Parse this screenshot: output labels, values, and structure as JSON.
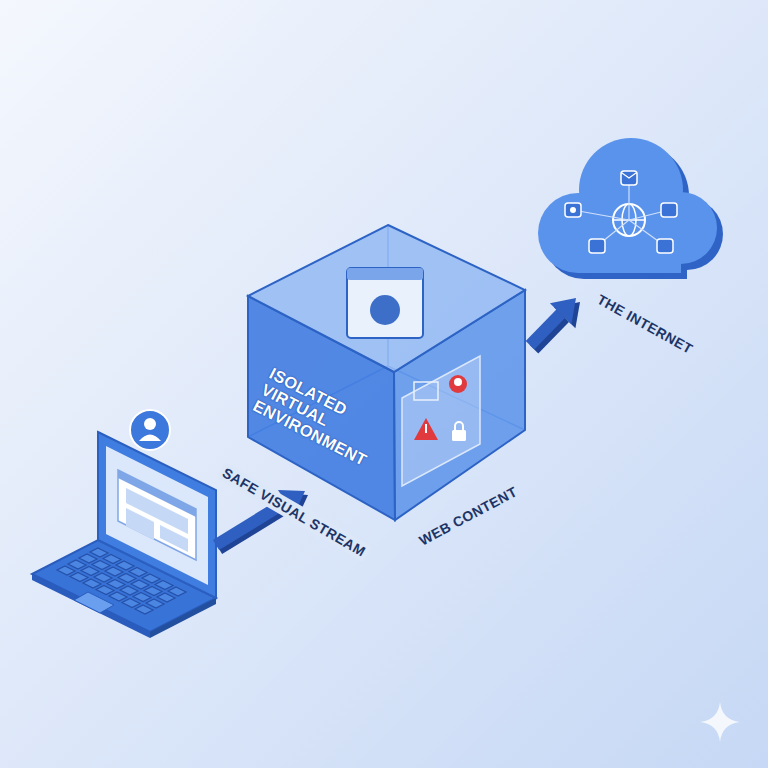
{
  "diagram": {
    "nodes": [
      {
        "text": [
          "ISOLATED VIRTUAL ENVIRONMENT"
        ]
      },
      {
        "text": [
          "THE INTERNET"
        ]
      }
    ],
    "edges": [
      {
        "from": 0,
        "to": 1,
        "arrow": "to"
      }
    ],
    "labels": [
      "SAFE VISUAL STREAM",
      "WEB CONTENT"
    ]
  }
}
